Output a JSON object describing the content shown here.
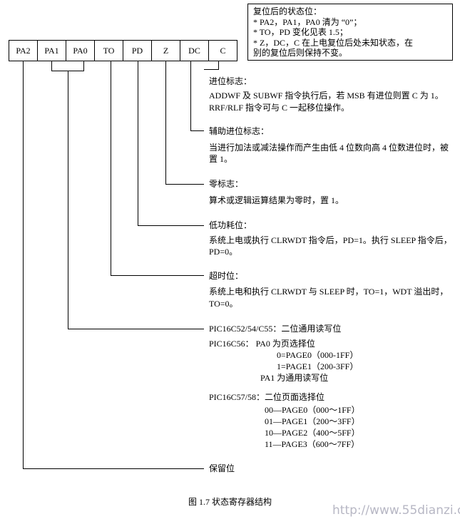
{
  "note_box": {
    "lines": [
      "复位后的状态位：",
      "* PA2，PA1，PA0 清为 “0”；",
      "* TO，PD 变化见表 1.5；",
      "* Z，DC，C 在上电复位后处未知状态，在",
      "   别的复位后则保持不变。"
    ]
  },
  "register": {
    "bits": [
      "PA2",
      "PA1",
      "PA0",
      "TO",
      "PD",
      "Z",
      "DC",
      "C"
    ]
  },
  "descriptions": {
    "c_title": "进位标志：",
    "c_line1": "ADDWF 及 SUBWF 指令执行后，若 MSB 有进位则置 C 为 1。",
    "c_line2": "RRF/RLF 指令可与 C 一起移位操作。",
    "dc_title": "辅助进位标志：",
    "dc_line1": "当进行加法或减法操作而产生由低 4 位数向高 4 位数进位时，被",
    "dc_line2": "置 1。",
    "z_title": "零标志：",
    "z_line1": "算术或逻辑运算结果为零时，置 1。",
    "pd_title": "低功耗位：",
    "pd_line1": "系统上电或执行 CLRWDT 指令后，PD=1。执行 SLEEP 指令后，",
    "pd_line2": "PD=0。",
    "to_title": "超时位：",
    "to_line1": "系统上电和执行 CLRWDT 与 SLEEP 时，TO=1，WDT 溢出时，",
    "to_line2": "TO=0。",
    "pa_title": "PIC16C52/54/C55：二位通用读写位",
    "c56_head": "PIC16C56：  PA0 为页选择位",
    "c56_p0": "0=PAGE0（000-1FF）",
    "c56_p1": "1=PAGE1（200-3FF）",
    "c56_pa1": "PA1 为通用读写位",
    "c57_head": "PIC16C57/58：二位页面选择位",
    "c57_p0": "00—PAGE0（000～1FF）",
    "c57_p1": "01—PAGE1（200～3FF）",
    "c57_p2": "10—PAGE2（400～5FF）",
    "c57_p3": "11—PAGE3（600～7FF）",
    "pa2_title": "保留位"
  },
  "caption": "图 1.7  状态寄存器结构",
  "watermark": "http://www.55dianzi.com"
}
